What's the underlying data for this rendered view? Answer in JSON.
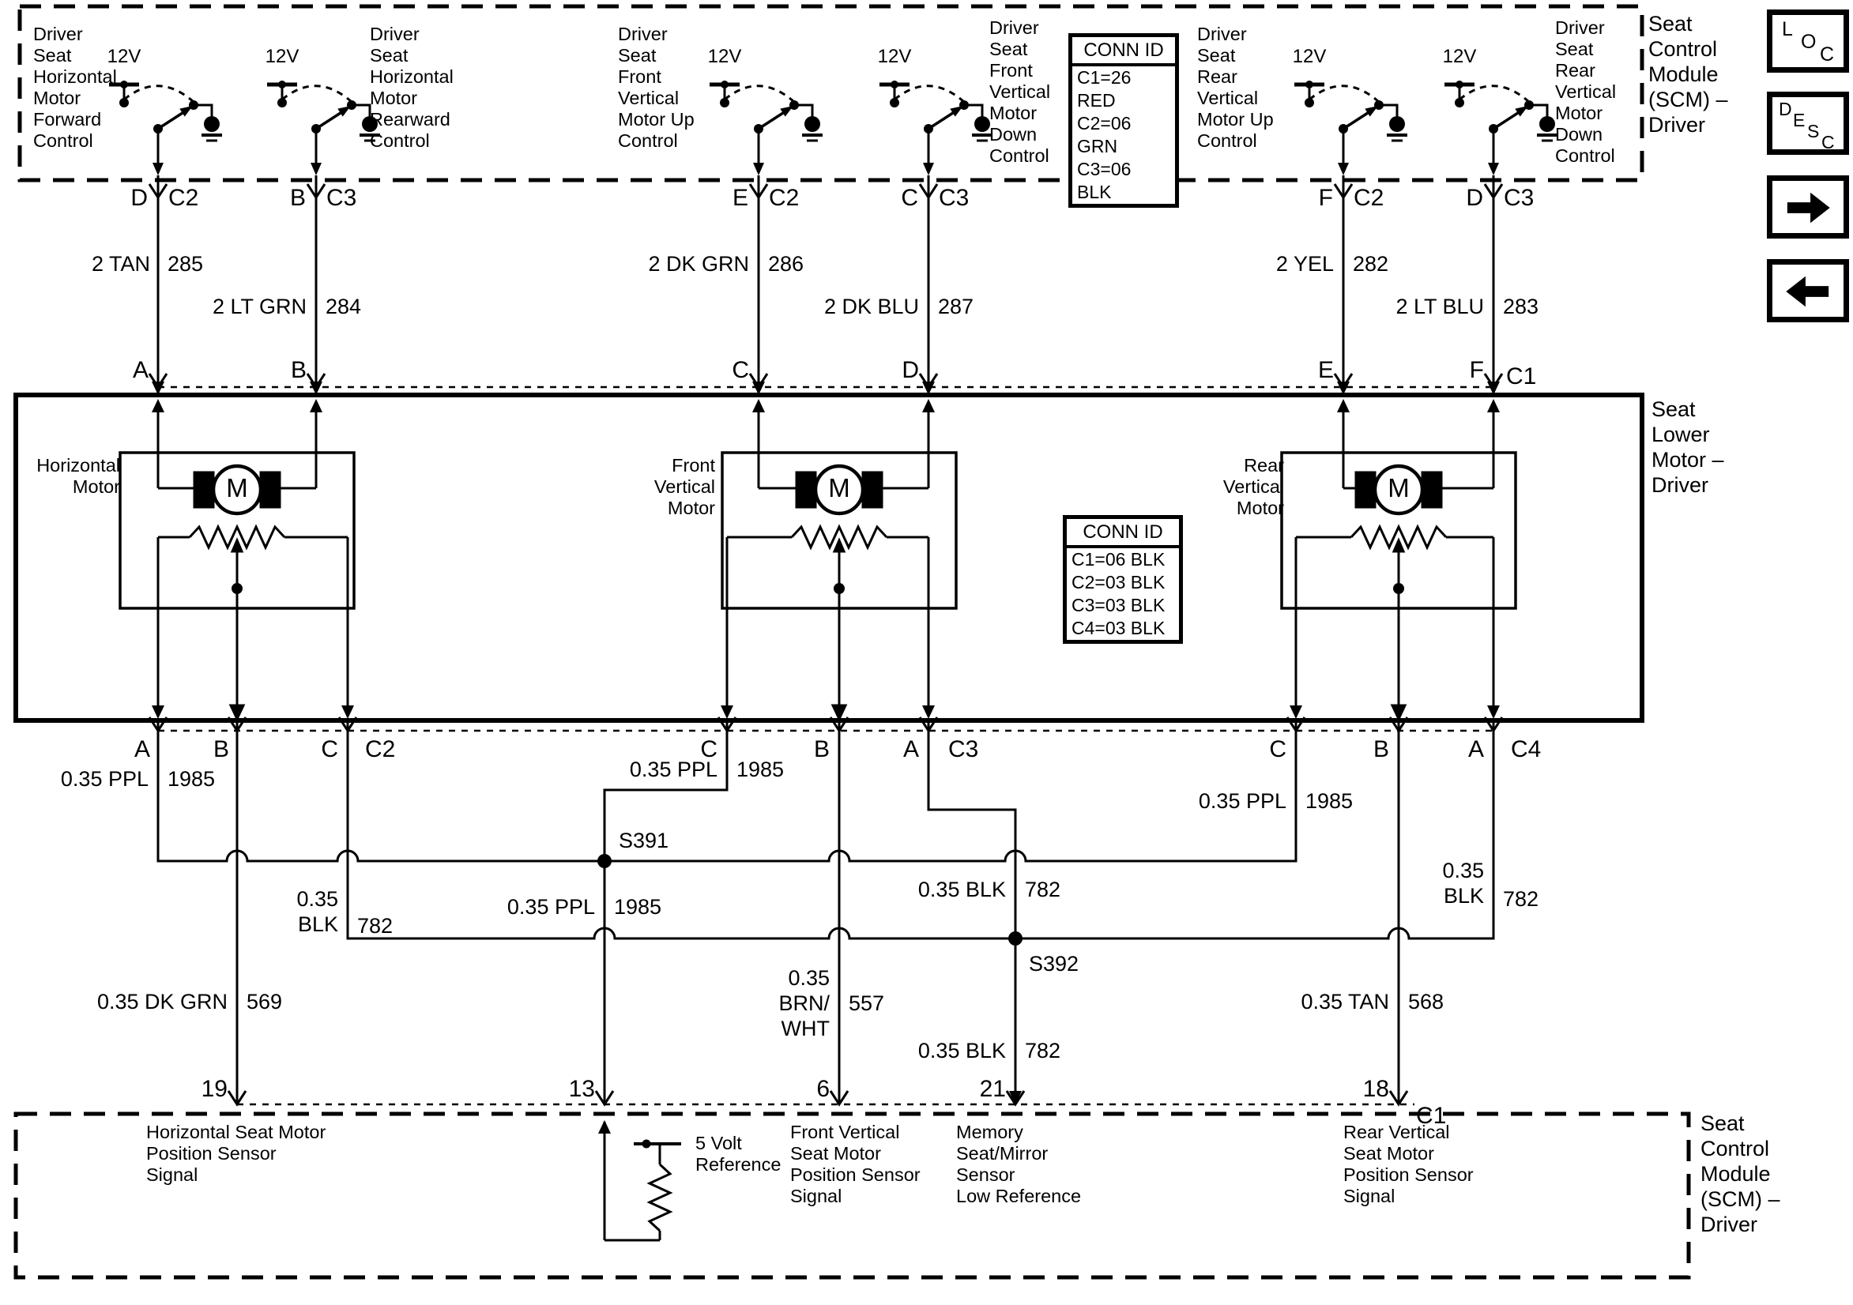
{
  "scm_top": {
    "module_label": "Seat\nControl\nModule\n(SCM) –\nDriver",
    "conn_id": {
      "title": "CONN ID",
      "rows": [
        "C1=26 RED",
        "C2=06 GRN",
        "C3=06 BLK"
      ]
    },
    "circuits": [
      {
        "name": "Driver\nSeat\nHorizontal\nMotor\nForward\nControl",
        "supply": "12V",
        "pin": "D",
        "conn": "C2"
      },
      {
        "name": "Driver\nSeat\nHorizontal\nMotor\nRearward\nControl",
        "supply": "12V",
        "pin": "B",
        "conn": "C3"
      },
      {
        "name": "Driver\nSeat\nFront\nVertical\nMotor Up\nControl",
        "supply": "12V",
        "pin": "E",
        "conn": "C2"
      },
      {
        "name": "Driver\nSeat\nFront\nVertical\nMotor\nDown\nControl",
        "supply": "12V",
        "pin": "C",
        "conn": "C3"
      },
      {
        "name": "Driver\nSeat\nRear\nVertical\nMotor Up\nControl",
        "supply": "12V",
        "pin": "F",
        "conn": "C2"
      },
      {
        "name": "Driver\nSeat\nRear\nVertical\nMotor\nDown\nControl",
        "supply": "12V",
        "pin": "D",
        "conn": "C3"
      }
    ]
  },
  "harness_top": {
    "conn": "C1",
    "wires": [
      {
        "label": "2 TAN",
        "circuit": "285",
        "pin": "A"
      },
      {
        "label": "2 LT GRN",
        "circuit": "284",
        "pin": "B"
      },
      {
        "label": "2 DK GRN",
        "circuit": "286",
        "pin": "C"
      },
      {
        "label": "2 DK BLU",
        "circuit": "287",
        "pin": "D"
      },
      {
        "label": "2 YEL",
        "circuit": "282",
        "pin": "E"
      },
      {
        "label": "2 LT BLU",
        "circuit": "283",
        "pin": "F"
      }
    ]
  },
  "seat_lower_motor": {
    "module_label": "Seat\nLower\nMotor –\nDriver",
    "conn_id": {
      "title": "CONN ID",
      "rows": [
        "C1=06 BLK",
        "C2=03 BLK",
        "C3=03 BLK",
        "C4=03 BLK"
      ]
    },
    "motors": [
      {
        "name": "Horizontal\nMotor",
        "symbol": "M",
        "pins": [
          "A",
          "B",
          "C"
        ],
        "conn": "C2"
      },
      {
        "name": "Front\nVertical\nMotor",
        "symbol": "M",
        "pins": [
          "C",
          "B",
          "A"
        ],
        "conn": "C3"
      },
      {
        "name": "Rear\nVertical\nMotor",
        "symbol": "M",
        "pins": [
          "C",
          "B",
          "A"
        ],
        "conn": "C4"
      }
    ]
  },
  "harness_bottom": {
    "splice_1": "S391",
    "splice_2": "S392",
    "w_a1": {
      "label": "0.35 PPL",
      "circuit": "1985"
    },
    "w_c1": {
      "label": "0.35\nBLK",
      "circuit": "782"
    },
    "w_b1": {
      "label": "0.35 DK GRN",
      "circuit": "569"
    },
    "w_c3c": {
      "label": "0.35 PPL",
      "circuit": "1985"
    },
    "w_s391": {
      "label": "0.35 PPL",
      "circuit": "1985"
    },
    "w_b2": {
      "label": "0.35\nBRN/\nWHT",
      "circuit": "557"
    },
    "w_a2": {
      "label": "0.35 BLK",
      "circuit": "782"
    },
    "w_s392": {
      "label": "0.35 BLK",
      "circuit": "782"
    },
    "w_c4c": {
      "label": "0.35 PPL",
      "circuit": "1985"
    },
    "w_b3": {
      "label": "0.35 TAN",
      "circuit": "568"
    },
    "w_a3": {
      "label": "0.35\nBLK",
      "circuit": "782"
    }
  },
  "scm_bottom": {
    "module_label": "Seat\nControl\nModule\n(SCM) –\nDriver",
    "pins": {
      "p19": "19",
      "p13": "13",
      "p6": "6",
      "p21": "21",
      "p18": "18",
      "conn": "C1"
    },
    "fn_horizontal": "Horizontal Seat Motor\nPosition Sensor\nSignal",
    "ref_5v": "5 Volt\nReference",
    "fn_front": "Front Vertical\nSeat Motor\nPosition Sensor\nSignal",
    "fn_memory": "Memory\nSeat/Mirror\nSensor\nLow Reference",
    "fn_rear": "Rear Vertical\nSeat Motor\nPosition Sensor\nSignal"
  },
  "toolbar": {
    "loc": [
      "L",
      "O",
      "C"
    ],
    "desc": [
      "D",
      "E",
      "S",
      "C"
    ]
  }
}
